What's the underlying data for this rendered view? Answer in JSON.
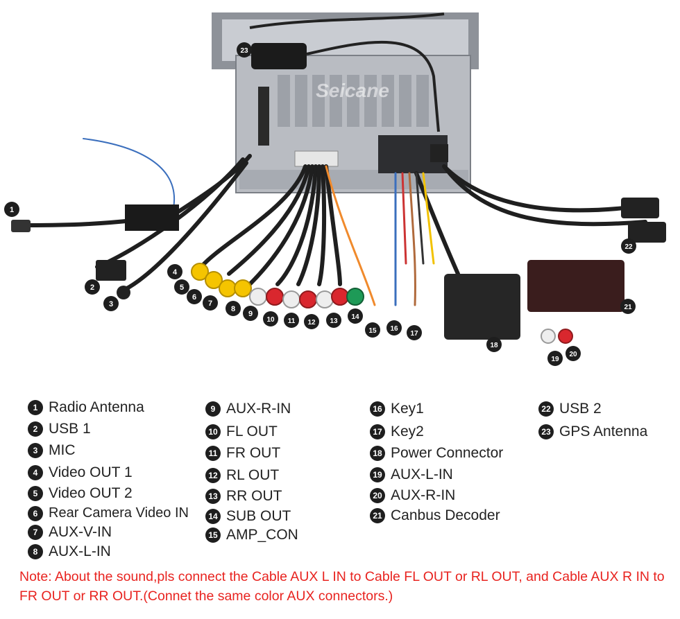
{
  "watermark": "Seicane",
  "legend": [
    {
      "num": "1",
      "label": "Radio Antenna"
    },
    {
      "num": "2",
      "label": "USB 1"
    },
    {
      "num": "3",
      "label": "MIC"
    },
    {
      "num": "4",
      "label": "Video OUT 1"
    },
    {
      "num": "5",
      "label": "Video OUT 2"
    },
    {
      "num": "6",
      "label": "Rear Camera Video IN"
    },
    {
      "num": "7",
      "label": "AUX-V-IN"
    },
    {
      "num": "8",
      "label": "AUX-L-IN"
    },
    {
      "num": "9",
      "label": "AUX-R-IN"
    },
    {
      "num": "10",
      "label": "FL OUT"
    },
    {
      "num": "11",
      "label": "FR OUT"
    },
    {
      "num": "12",
      "label": "RL OUT"
    },
    {
      "num": "13",
      "label": "RR OUT"
    },
    {
      "num": "14",
      "label": "SUB OUT"
    },
    {
      "num": "15",
      "label": "AMP_CON"
    },
    {
      "num": "16",
      "label": "Key1"
    },
    {
      "num": "17",
      "label": "Key2"
    },
    {
      "num": "18",
      "label": "Power Connector"
    },
    {
      "num": "19",
      "label": "AUX-L-IN"
    },
    {
      "num": "20",
      "label": "AUX-R-IN"
    },
    {
      "num": "21",
      "label": "Canbus Decoder"
    },
    {
      "num": "22",
      "label": "USB 2"
    },
    {
      "num": "23",
      "label": "GPS Antenna"
    }
  ],
  "note": "Note: About the sound,pls connect the Cable AUX L IN to Cable FL OUT or RL OUT, and Cable AUX R IN to FR OUT or RR OUT.(Connet the same color AUX connectors.)",
  "colors": {
    "badge": "#1e1e1e",
    "note": "#e8231f",
    "rca_yellow": "#f5c400",
    "rca_red": "#d9272e",
    "rca_white": "#eeeeee",
    "rca_green": "#1e9a57",
    "unit_metal": "#b9bcc2"
  }
}
